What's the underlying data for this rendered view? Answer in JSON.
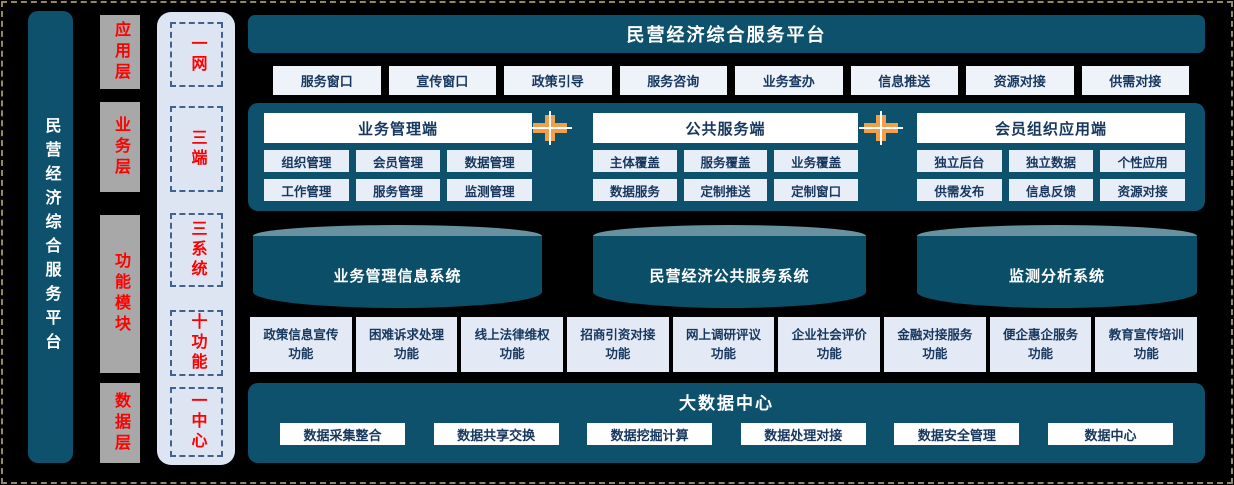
{
  "platform": {
    "left_title": "民营经济综合服务平台",
    "layers": [
      "应用层",
      "业务层",
      "功能模块",
      "数据层"
    ],
    "concepts": [
      "一网",
      "三端",
      "三系统",
      "十功能",
      "一中心"
    ],
    "banner_title": "民营经济综合服务平台",
    "app_row": [
      "服务窗口",
      "宣传窗口",
      "政策引导",
      "服务咨询",
      "业务查办",
      "信息推送",
      "资源对接",
      "供需对接"
    ],
    "terminals": [
      {
        "title": "业务管理端",
        "items": [
          "组织管理",
          "会员管理",
          "数据管理",
          "工作管理",
          "服务管理",
          "监测管理"
        ]
      },
      {
        "title": "公共服务端",
        "items": [
          "主体覆盖",
          "服务覆盖",
          "业务覆盖",
          "数据服务",
          "定制推送",
          "定制窗口"
        ]
      },
      {
        "title": "会员组织应用端",
        "items": [
          "独立后台",
          "独立数据",
          "个性应用",
          "供需发布",
          "信息反馈",
          "资源对接"
        ]
      }
    ],
    "systems": [
      "业务管理信息系统",
      "民营经济公共服务系统",
      "监测分析系统"
    ],
    "functions": [
      "政策信息宣传\n功能",
      "困难诉求处理\n功能",
      "线上法律维权\n功能",
      "招商引资对接\n功能",
      "网上调研评议\n功能",
      "企业社会评价\n功能",
      "金融对接服务\n功能",
      "便企惠企服务\n功能",
      "教育宣传培训\n功能"
    ],
    "datacenter": {
      "title": "大数据中心",
      "items": [
        "数据采集整合",
        "数据共享交换",
        "数据挖掘计算",
        "数据处理对接",
        "数据安全管理",
        "数据中心"
      ]
    },
    "colors": {
      "background": "#000000",
      "frame_dash": "#97885c",
      "teal_panel": "#0d516c",
      "cylinder_body": "#0b4e68",
      "cylinder_top": "#68929f",
      "light_panel": "#dde5f3",
      "light_box": "#e8eef8",
      "gray_layer": "#a8a8a8",
      "accent_orange": "#f0a04b",
      "accent_red": "#ff0000",
      "navy_text": "#17375e"
    }
  }
}
